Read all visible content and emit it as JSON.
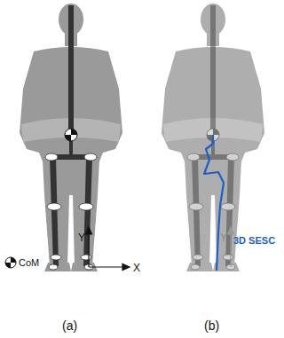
{
  "diagram": {
    "labels": [
      "CoM",
      "X",
      "Y",
      "(a)",
      "Y",
      "(b)",
      "3D SESC"
    ]
  }
}
